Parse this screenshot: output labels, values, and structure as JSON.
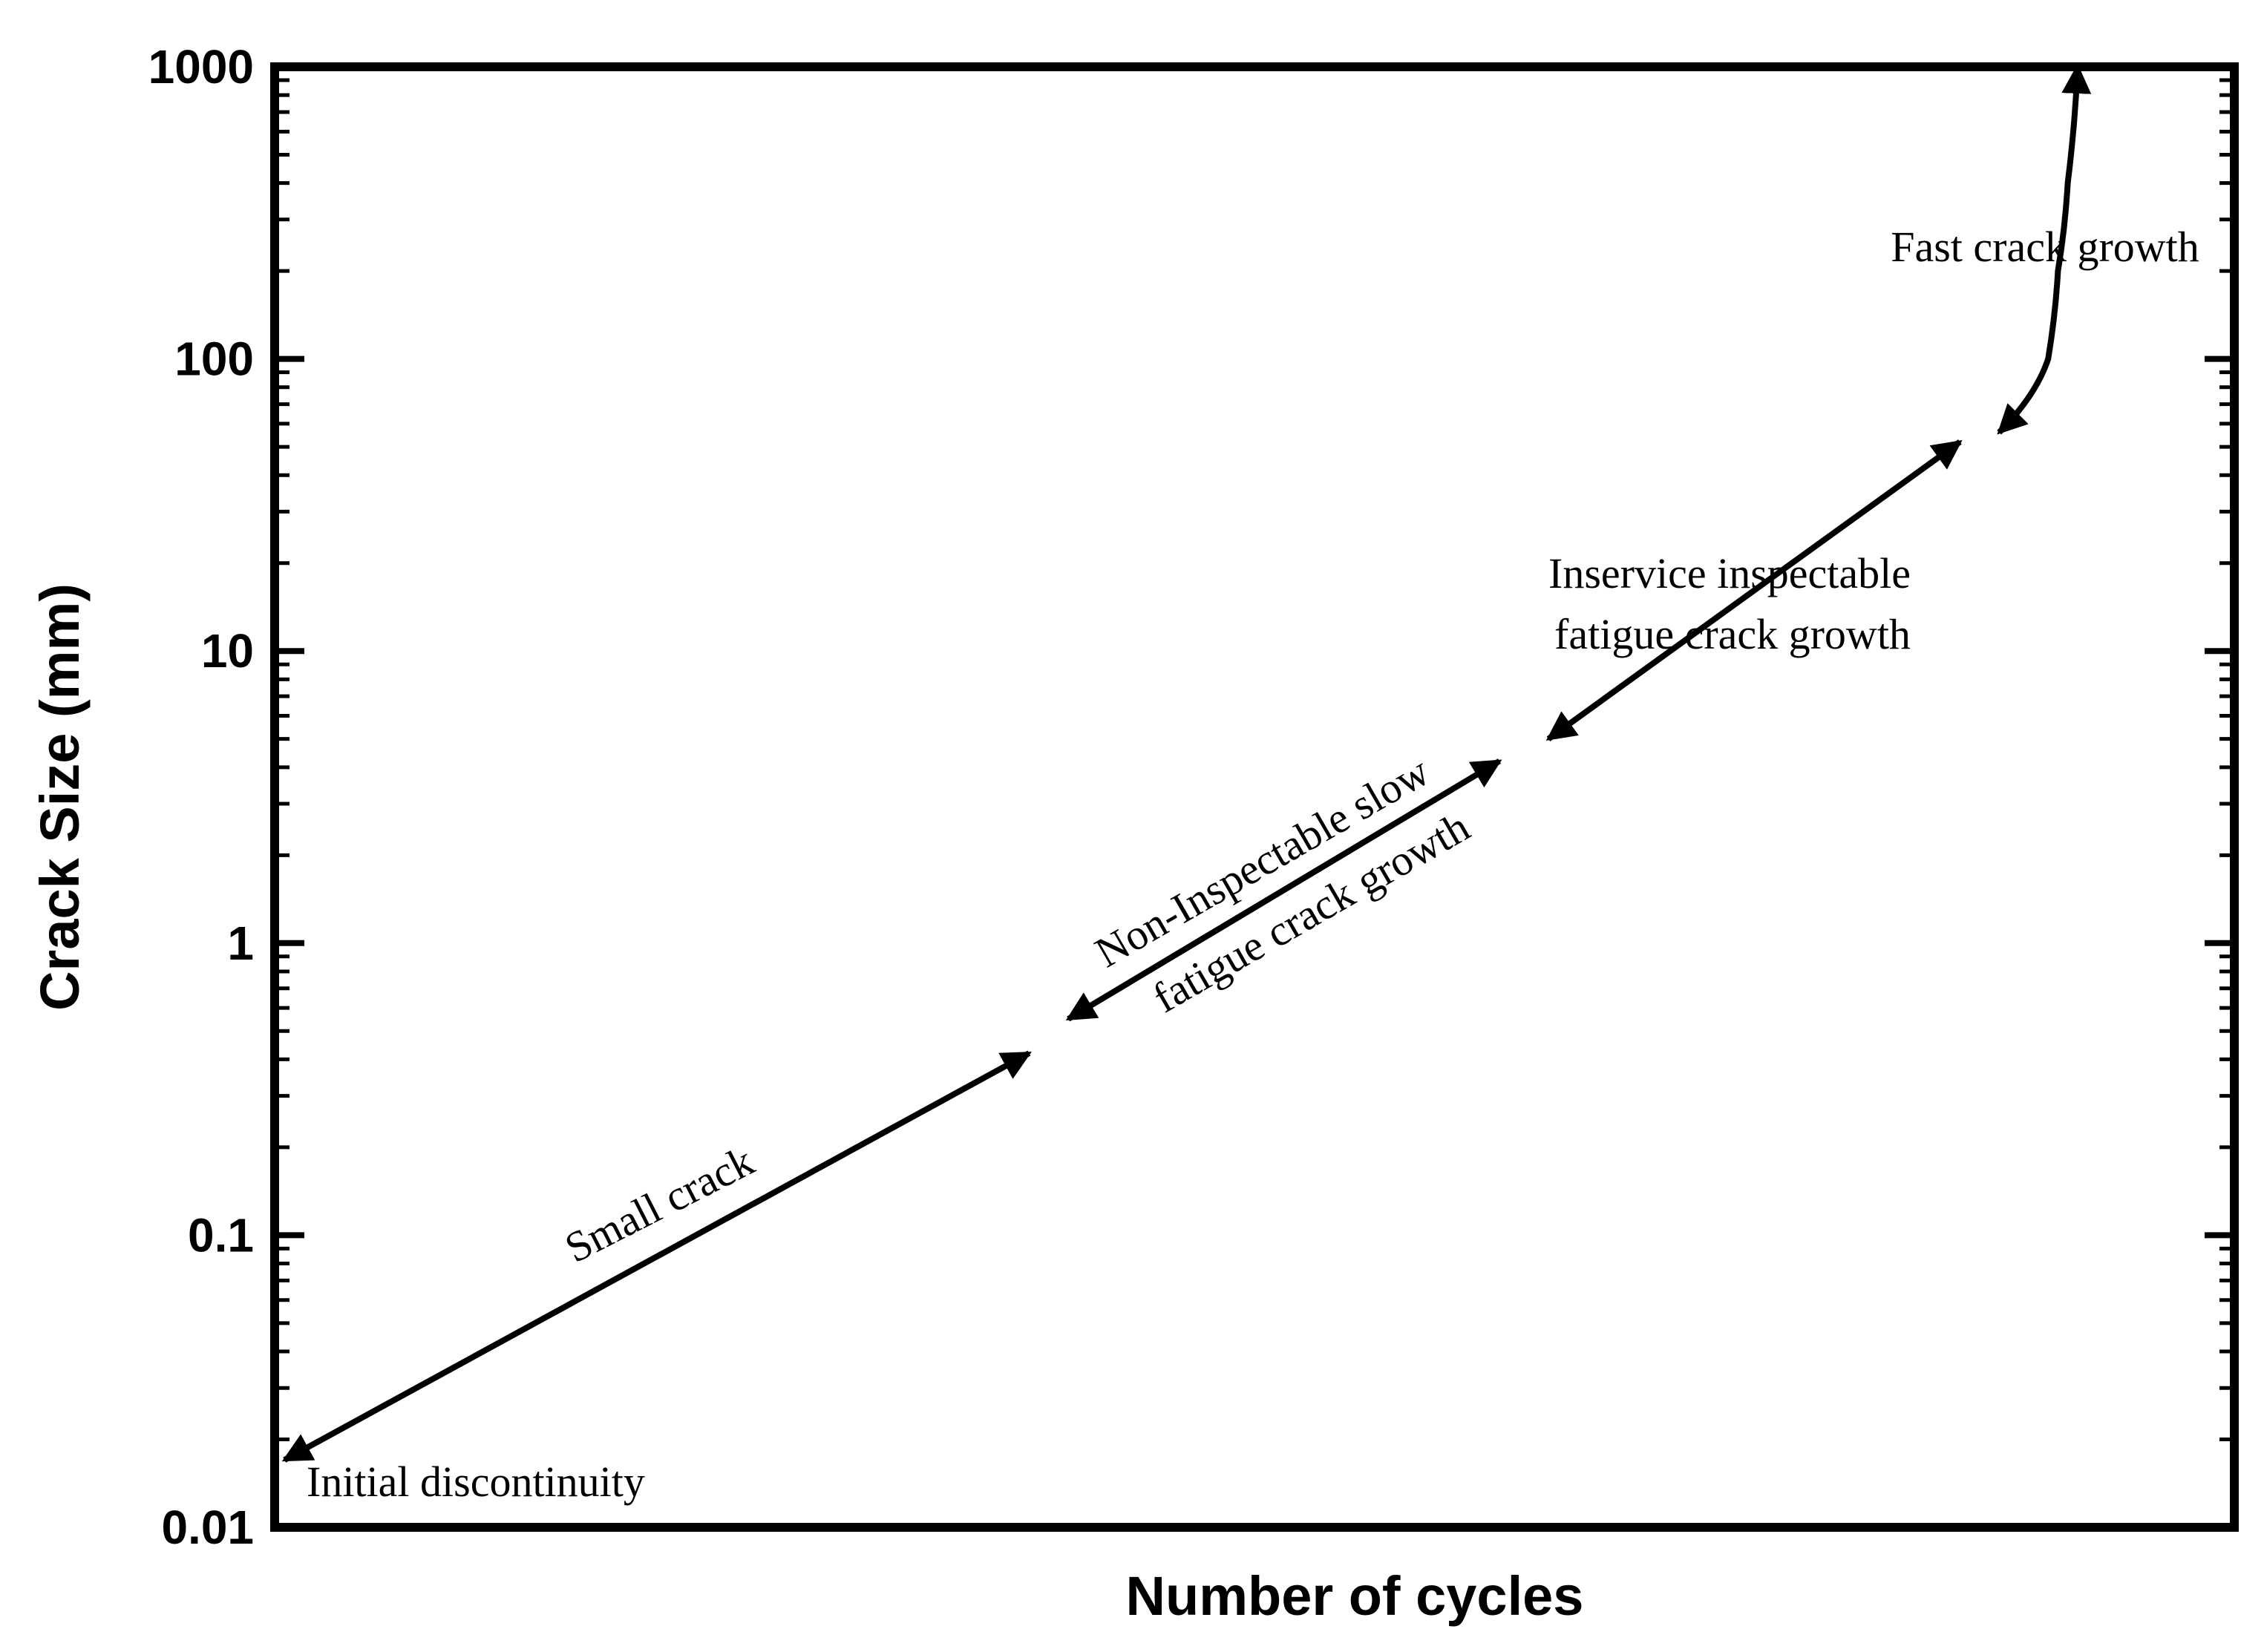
{
  "chart_data": {
    "type": "line",
    "title": "",
    "xlabel": "Number of cycles",
    "ylabel": "Crack Size (mm)",
    "yscale": "log",
    "ylim": [
      0.01,
      1000
    ],
    "xlim": [
      0,
      1
    ],
    "yticks": [
      {
        "value": 0.01,
        "label": "0.01"
      },
      {
        "value": 0.1,
        "label": "0.1"
      },
      {
        "value": 1,
        "label": "1"
      },
      {
        "value": 10,
        "label": "10"
      },
      {
        "value": 100,
        "label": "100"
      },
      {
        "value": 1000,
        "label": "1000"
      }
    ],
    "grid": false,
    "series": [
      {
        "label": "Small crack",
        "points": [
          [
            0.005,
            0.017
          ],
          [
            0.385,
            0.42
          ]
        ],
        "arrowheads": "both"
      },
      {
        "label": "Non-Inspectable slow fatigue crack growth",
        "points": [
          [
            0.405,
            0.55
          ],
          [
            0.625,
            4.2
          ]
        ],
        "arrowheads": "both"
      },
      {
        "label": "Inservice inspectable fatigue crack growth",
        "points": [
          [
            0.65,
            5.0
          ],
          [
            0.86,
            52
          ]
        ],
        "arrowheads": "both"
      },
      {
        "label": "Fast crack growth",
        "points": [
          [
            0.88,
            56
          ],
          [
            0.905,
            100
          ],
          [
            0.91,
            200
          ],
          [
            0.915,
            400
          ],
          [
            0.92,
            1000
          ]
        ],
        "arrowheads": "both"
      }
    ],
    "annotations": [
      {
        "id": "initial",
        "text": "Initial discontinuity"
      },
      {
        "id": "small",
        "text": "Small crack"
      },
      {
        "id": "noninsp1",
        "text": "Non-Inspectable slow"
      },
      {
        "id": "noninsp2",
        "text": "fatigue crack growth"
      },
      {
        "id": "inserv1",
        "text": "Inservice inspectable"
      },
      {
        "id": "inserv2",
        "text": "fatigue crack growth"
      },
      {
        "id": "fast",
        "text": "Fast crack growth"
      }
    ]
  }
}
